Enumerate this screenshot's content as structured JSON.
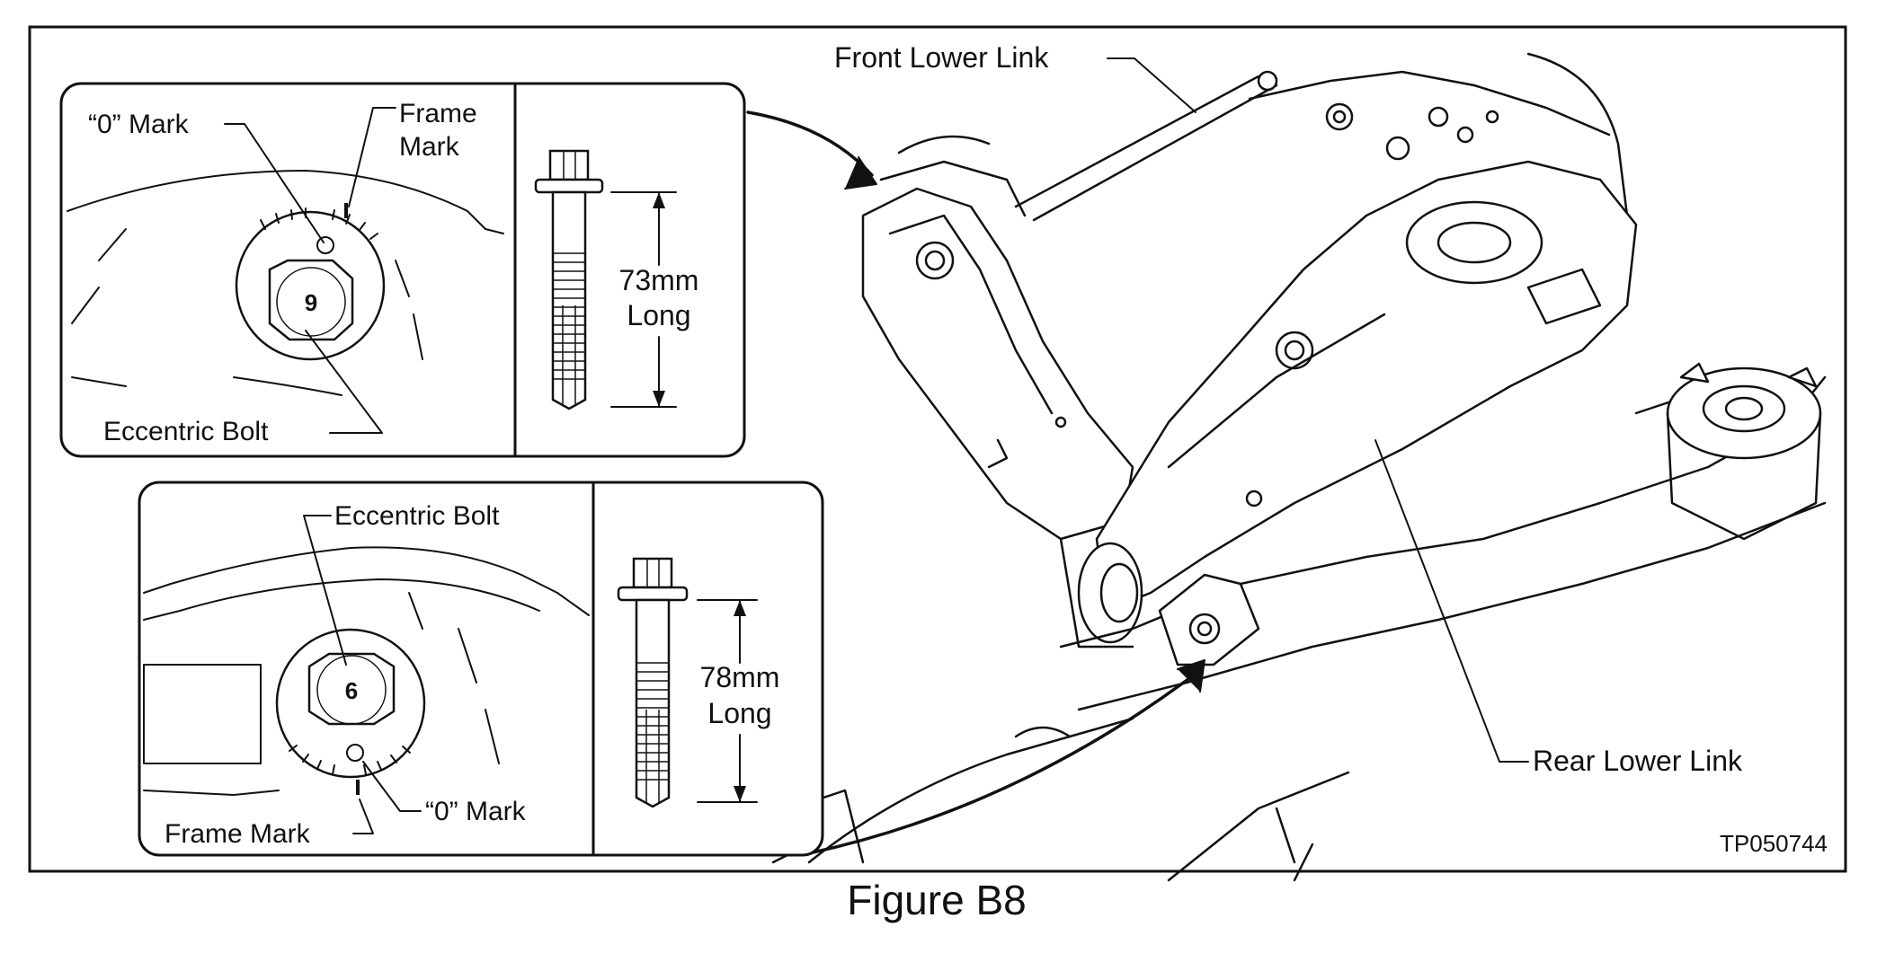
{
  "figure": {
    "caption": "Figure B8",
    "reference_code": "TP050744"
  },
  "main_illustration": {
    "labels": {
      "front_lower_link": "Front Lower Link",
      "rear_lower_link": "Rear Lower Link"
    }
  },
  "inset_top": {
    "labels": {
      "zero_mark": "“0” Mark",
      "frame_mark_line1": "Frame",
      "frame_mark_line2": "Mark",
      "eccentric_bolt": "Eccentric Bolt",
      "bolt_digit": "9"
    },
    "bolt_length": {
      "line1": "73mm",
      "line2": "Long"
    }
  },
  "inset_bottom": {
    "labels": {
      "eccentric_bolt": "Eccentric Bolt",
      "zero_mark": "“0” Mark",
      "frame_mark": "Frame Mark",
      "bolt_digit": "6"
    },
    "bolt_length": {
      "line1": "78mm",
      "line2": "Long"
    }
  }
}
